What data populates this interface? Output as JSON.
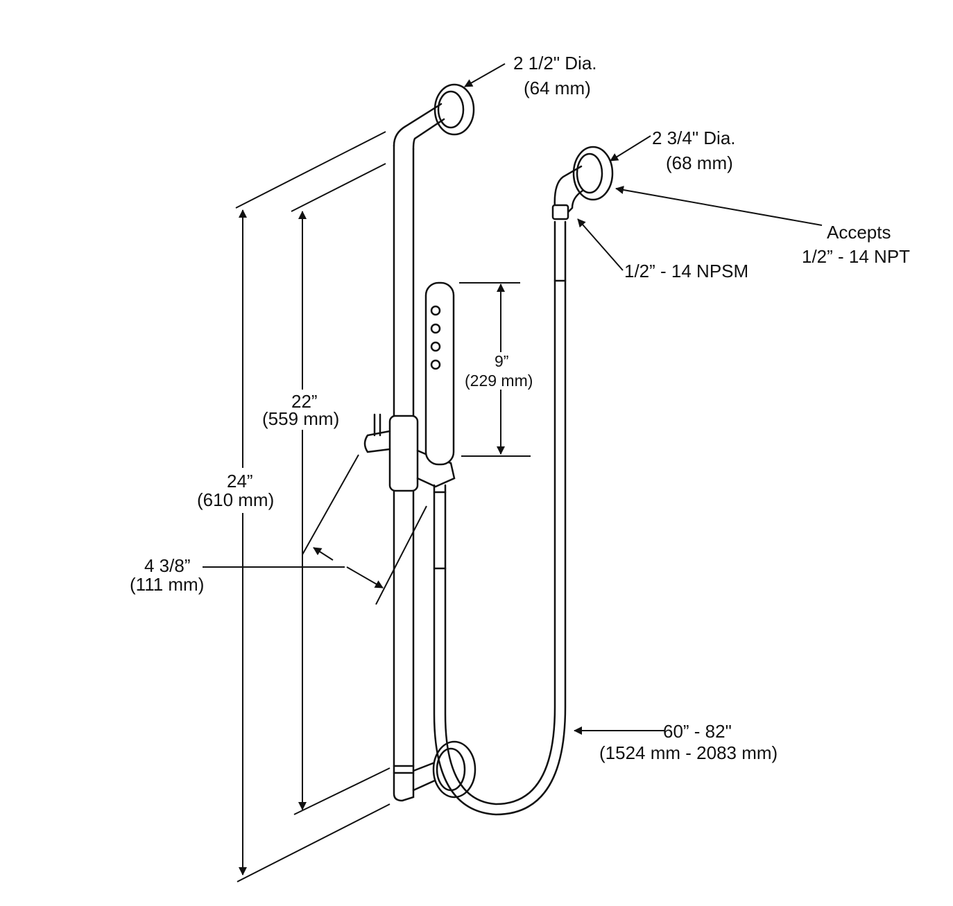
{
  "callouts": {
    "top_flange": {
      "line1": "2 1/2\" Dia.",
      "line2": "(64 mm)"
    },
    "hose_flange": {
      "line1": "2 3/4\" Dia.",
      "line2": "(68 mm)"
    },
    "accepts": {
      "line1": "Accepts",
      "line2": "1/2” - 14 NPT"
    },
    "npsm": {
      "line1": "1/2” - 14 NPSM"
    },
    "handshower_length": {
      "line1": "9”",
      "line2": "(229 mm)"
    },
    "slide_travel": {
      "line1": "22”",
      "line2": "(559 mm)"
    },
    "bar_length": {
      "line1": "24”",
      "line2": "(610 mm)"
    },
    "projection": {
      "line1": "4 3/8”",
      "line2": "(111 mm)"
    },
    "hose_length": {
      "line1": "60” - 82\"",
      "line2": "(1524 mm - 2083 mm)"
    }
  }
}
